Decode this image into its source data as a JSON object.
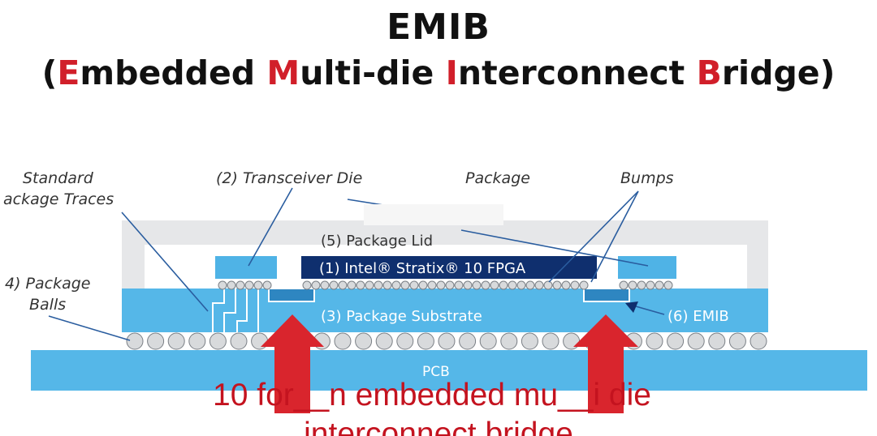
{
  "title": {
    "main": "EMIB",
    "paren_open": "(",
    "paren_close": ")",
    "words": [
      {
        "initial": "E",
        "rest": "mbedded "
      },
      {
        "initial": "M",
        "rest": "ulti-die "
      },
      {
        "initial": "I",
        "rest": "nterconnect "
      },
      {
        "initial": "B",
        "rest": "ridge"
      }
    ]
  },
  "labels": {
    "standard_traces_1": "Standard",
    "standard_traces_2": "ackage Traces",
    "transceiver_die": "(2) Transceiver Die",
    "package": "Package",
    "bumps": "Bumps",
    "package_balls_1": "4) Package",
    "package_balls_2": "Balls",
    "package_lid": "(5) Package Lid",
    "fpga": "(1) Intel® Stratix® 10 FPGA",
    "package_substrate": "(3) Package Substrate",
    "emib": "(6) EMIB",
    "pcb": "PCB"
  },
  "overlay": {
    "line1": "10 for__n embedded mu__i die",
    "line2": "interconnect bridge"
  },
  "colors": {
    "accent_red": "#d11f2a",
    "substrate_blue": "#55b7e8",
    "lid_gray": "#e6e7e9",
    "die_blue": "#4fb3e6",
    "fpga_navy": "#0f2f6e",
    "arrow_red": "#d9252d",
    "leader_line": "#2a5d9f"
  }
}
